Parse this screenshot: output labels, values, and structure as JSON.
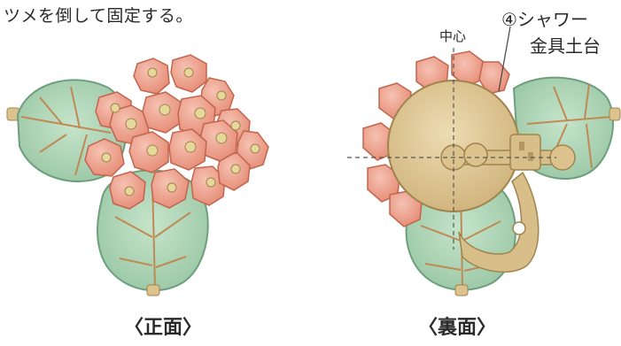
{
  "instruction_text": "ツメを倒して固定する。",
  "center_label": "中心",
  "part_label_line1": "④シャワー",
  "part_label_line2": "金具土台",
  "caption_front": "〈正面〉",
  "caption_back": "〈裏面〉",
  "colors": {
    "leaf_fill": "#a9d3b1",
    "leaf_stroke": "#6e9f7d",
    "leaf_vein": "#c08a55",
    "bead_fill": "#ec9a86",
    "bead_stroke": "#c2654f",
    "bead_hole": "#e6d79a",
    "metal_fill": "#d8bf8a",
    "metal_stroke": "#a0844d",
    "guide_line": "#555555"
  }
}
